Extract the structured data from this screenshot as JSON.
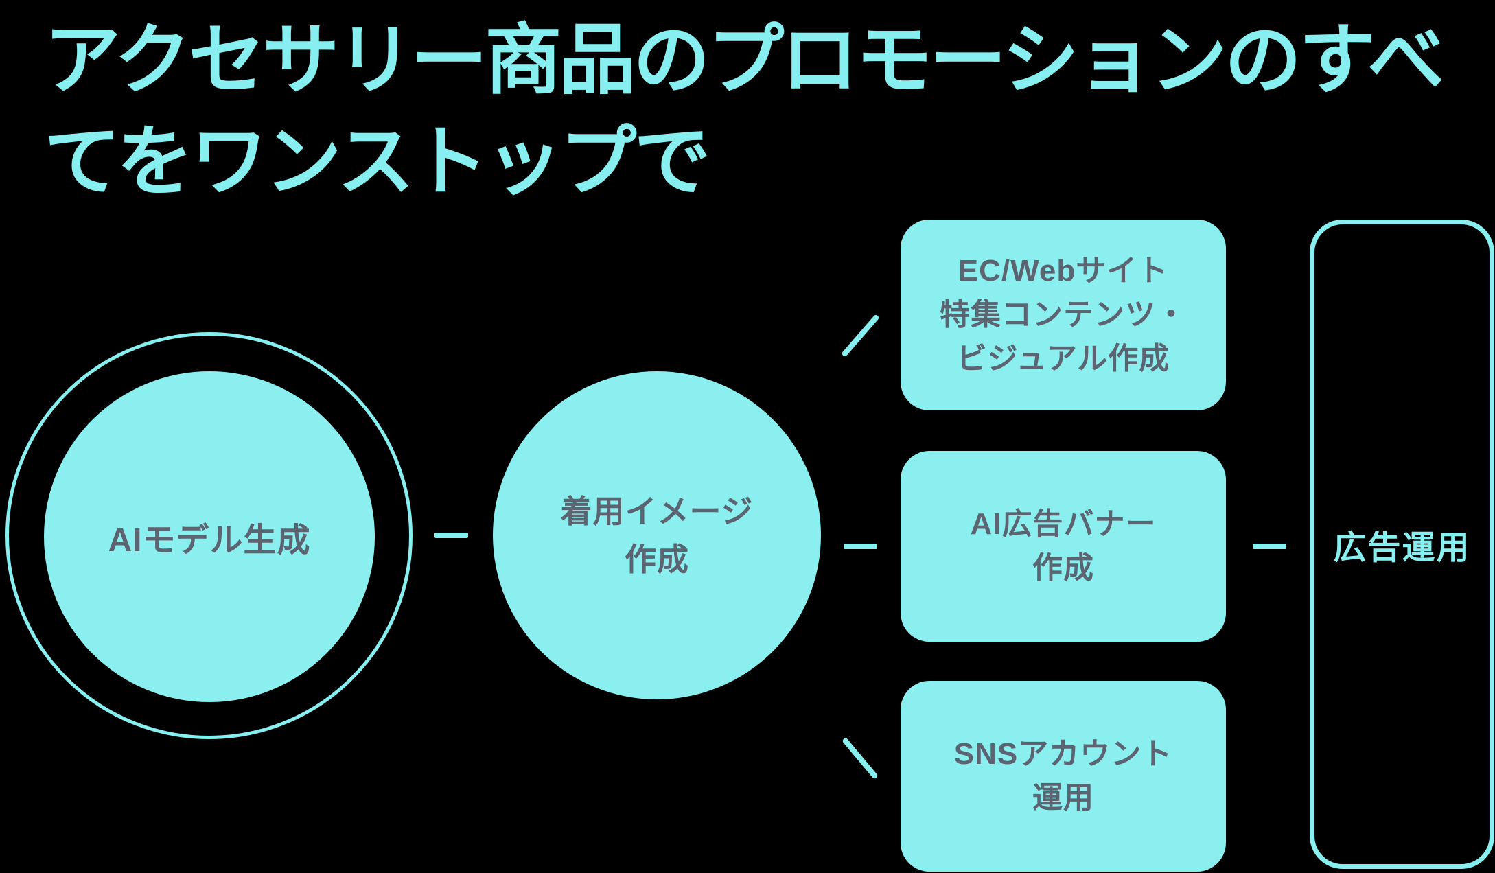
{
  "colors": {
    "background": "#000000",
    "accent_cyan": "#87EFEF",
    "fill_cyan": "#8BEFEF",
    "text_dark": "#5B6470"
  },
  "title": {
    "line1": "アクセサリー商品のプロモーションのすべ",
    "line2": "てをワンストップで"
  },
  "flow": {
    "step1": {
      "label": "AIモデル生成"
    },
    "step2": {
      "line1": "着用イメージ",
      "line2": "作成"
    },
    "outputs": [
      {
        "line1": "EC/Webサイト",
        "line2": "特集コンテンツ・",
        "line3": "ビジュアル作成"
      },
      {
        "line1": "AI広告バナー",
        "line2": "作成"
      },
      {
        "line1": "SNSアカウント",
        "line2": "運用"
      }
    ],
    "final": {
      "label": "広告運用"
    }
  }
}
